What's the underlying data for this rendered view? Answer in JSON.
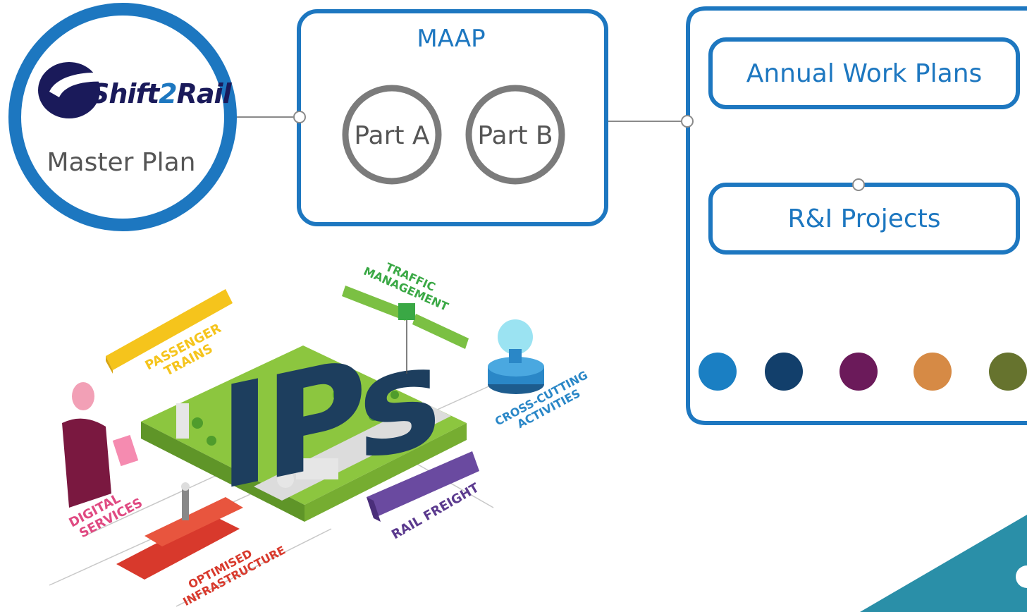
{
  "master_plan": {
    "logo_text_a": "Shift",
    "logo_text_b": "2",
    "logo_text_c": "Rail",
    "label": "Master Plan"
  },
  "maap": {
    "title": "MAAP",
    "part_a": "Part A",
    "part_b": "Part B"
  },
  "plans": {
    "annual": "Annual  Work Plans",
    "projects": "R&I Projects",
    "dot_colors": [
      "#1a7fc3",
      "#123f6b",
      "#6b1a5a",
      "#d68a45",
      "#66732e"
    ]
  },
  "ips": {
    "title": "IPs",
    "passenger": [
      "PASSENGER",
      "TRAINS"
    ],
    "traffic": [
      "TRAFFIC",
      "MANAGEMENT"
    ],
    "cross": [
      "CROSS-CUTTING",
      "ACTIVITIES"
    ],
    "digital": [
      "DIGITAL",
      "SERVICES"
    ],
    "freight": "RAIL FREIGHT",
    "infra": [
      "OPTIMISED",
      "INFRASTRUCTURE"
    ]
  },
  "colors": {
    "primary_blue": "#1d77c0",
    "connector_gray": "#8a8a8a",
    "circle_gray": "#7b7b7b",
    "green_platform": "#8cc63f",
    "ips_navy": "#1d3e5e",
    "passenger_yellow": "#f5c41c",
    "traffic_green": "#3aa845",
    "cross_blue": "#2a87c7",
    "digital_pink": "#e04a82",
    "freight_purple": "#5b3a8e",
    "infra_red": "#d8392c",
    "teal_corner": "#2a8fa8"
  }
}
